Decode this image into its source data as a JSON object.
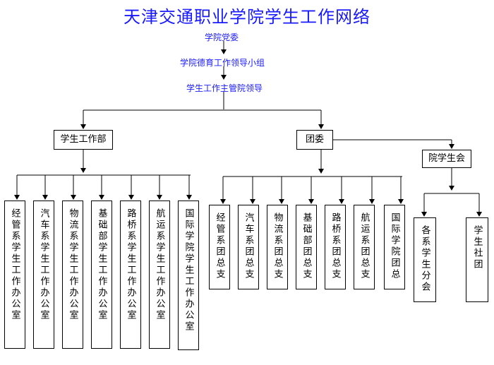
{
  "title": "天津交通职业学院学生工作网络",
  "levels": {
    "party_committee": "学院党委",
    "moral_group": "学院德育工作领导小组",
    "student_leader": "学生工作主管院领导"
  },
  "branches": {
    "student_affairs": {
      "label": "学生工作部",
      "offices": [
        "经管系学生工作办公室",
        "汽车系学生工作办公室",
        "物流系学生工作办公室",
        "基础部学生工作办公室",
        "路桥系学生工作办公室",
        "航运系学生工作办公室",
        "国际学院学生工作办公室"
      ]
    },
    "youth_league": {
      "label": "团委",
      "branches": [
        "经管系团总支",
        "汽车系团总支",
        "物流系团总支",
        "基础部团总支",
        "路桥系团总支",
        "航运系团总支",
        "国际学院团总"
      ]
    },
    "student_union": {
      "label": "院学生会",
      "children": [
        "各系学生分会",
        "学生社团"
      ]
    }
  }
}
